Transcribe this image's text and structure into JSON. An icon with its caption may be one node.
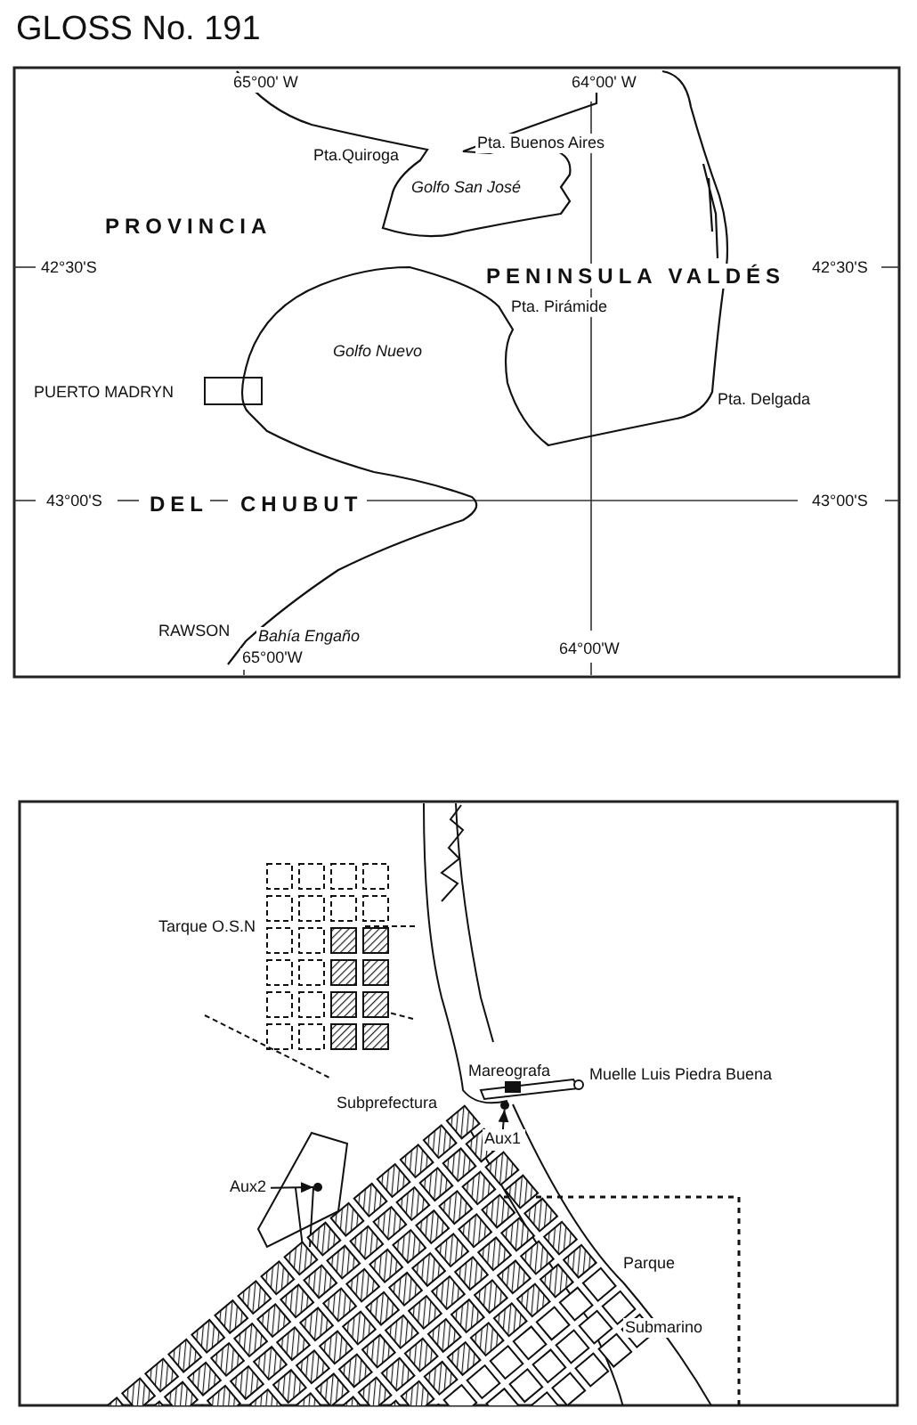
{
  "diagram": {
    "title": "GLOSS No. 191",
    "nodes": [
      {
        "text": [
          "Aux1"
        ]
      },
      {
        "text": [],
        "shape": "circle"
      },
      {
        "text": [
          "Aux2"
        ]
      },
      {
        "text": [],
        "shape": "circle"
      }
    ],
    "edges": [
      {
        "from": 0,
        "to": 1,
        "arrow": "to"
      },
      {
        "from": 2,
        "to": 3,
        "arrow": "to"
      }
    ],
    "labels": [
      "65°00' W",
      "64°00' W",
      "Pta. Buenos Aires",
      "Pta.Quiroga",
      "Golfo San José",
      "PROVINCIA",
      "42°30'S",
      "42°30'S",
      "PENINSULA VALDÉS",
      "Pta. Pirámide",
      "Golfo Nuevo",
      "PUERTO MADRYN",
      "Pta. Delgada",
      "43°00'S",
      "DEL",
      "CHUBUT",
      "43°00'S",
      "RAWSON",
      "Bahía Engaño",
      "64°00'W",
      "65°00'W",
      "Tarque O.S.N",
      "Mareografa",
      "Muelle Luis Piedra Buena",
      "Subprefectura",
      "Parque",
      "Submarino"
    ]
  }
}
